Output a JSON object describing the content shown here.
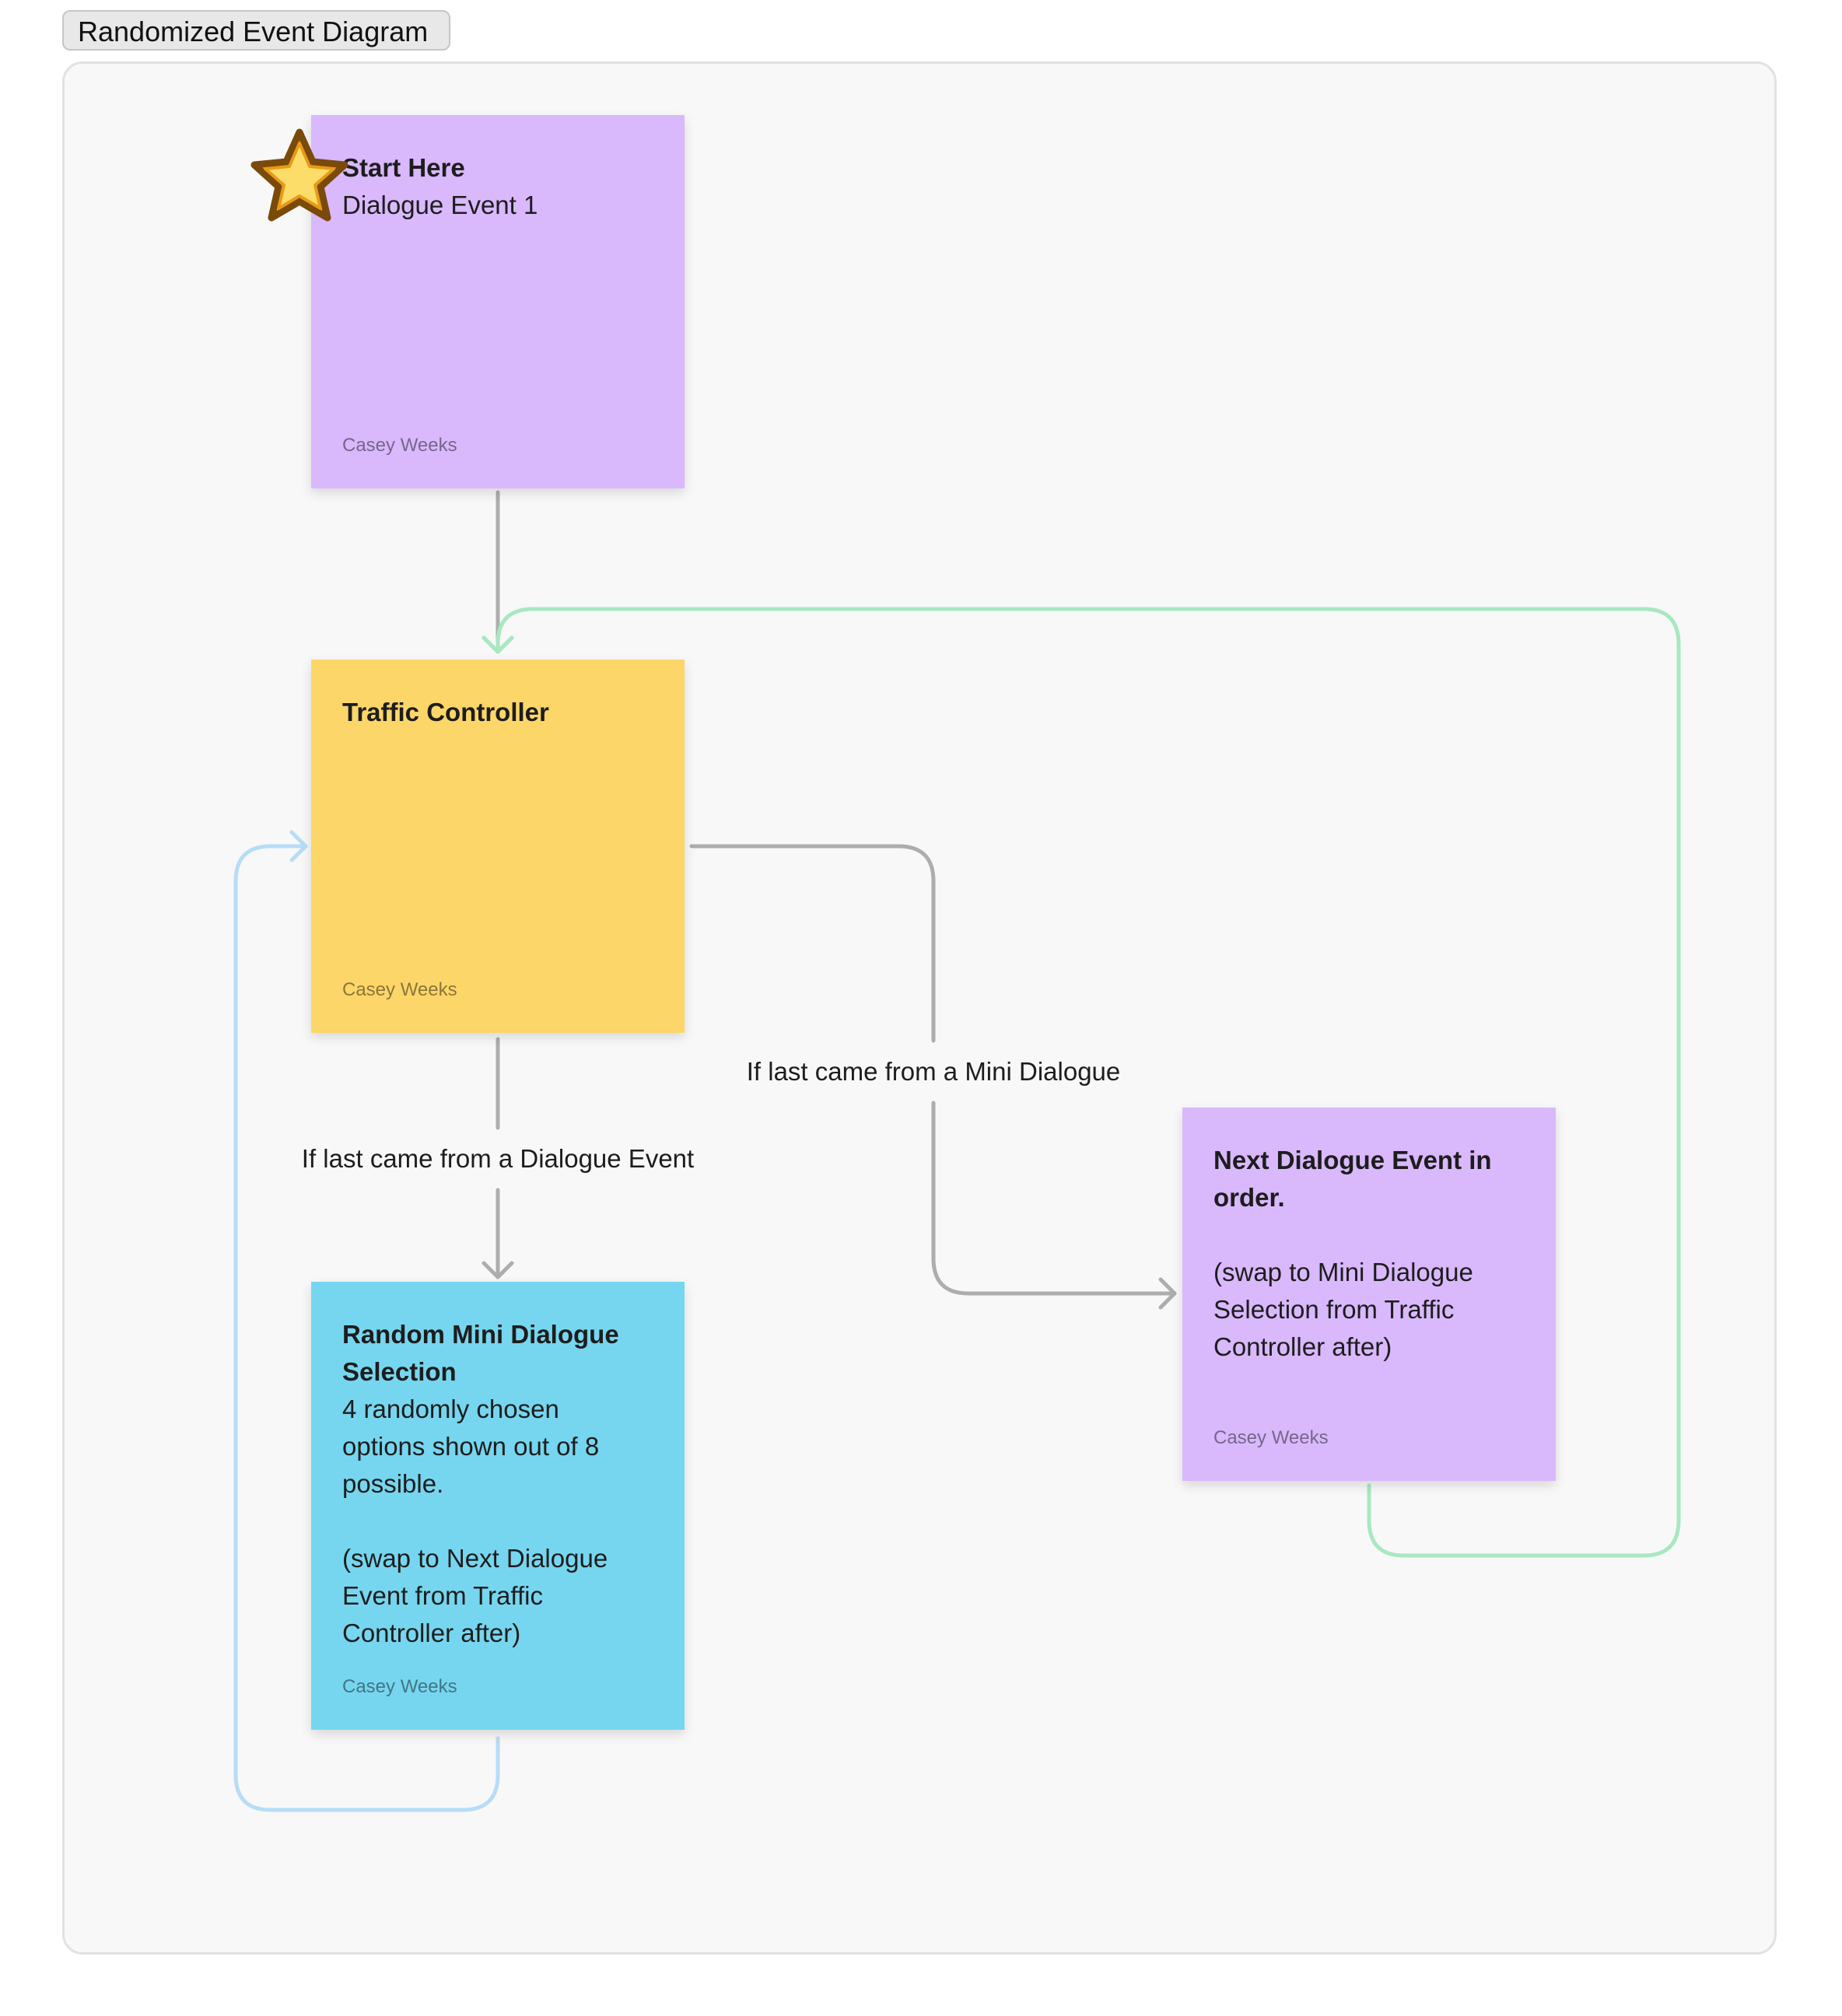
{
  "section": {
    "title": "Randomized Event Diagram"
  },
  "stickies": {
    "start": {
      "title": "Start Here",
      "body": "Dialogue Event 1",
      "author": "Casey Weeks",
      "color": "#d9b8fc"
    },
    "traffic": {
      "title": "Traffic Controller",
      "body": "",
      "author": "Casey Weeks",
      "color": "#fcd669"
    },
    "random_mini": {
      "title": "Random Mini Dialogue Selection",
      "body": "4 randomly chosen options shown out of 8 possible.\n\n(swap to Next Dialogue Event from Traffic Controller after)",
      "author": "Casey Weeks",
      "color": "#76d6ef"
    },
    "next_dialogue": {
      "title": "Next Dialogue Event in order.",
      "body": "\n(swap to Mini Dialogue Selection from Traffic Controller after)",
      "author": "Casey Weeks",
      "color": "#d9b8fc"
    }
  },
  "connectors": {
    "from_mini_label": "If last came from a Mini Dialogue",
    "from_dialogue_label": "If last came from a Dialogue Event",
    "colors": {
      "gray": "#adadad",
      "green": "#a8e8c0",
      "light_blue": "#b7ddf6"
    }
  },
  "icons": {
    "start_marker": "star-icon"
  }
}
